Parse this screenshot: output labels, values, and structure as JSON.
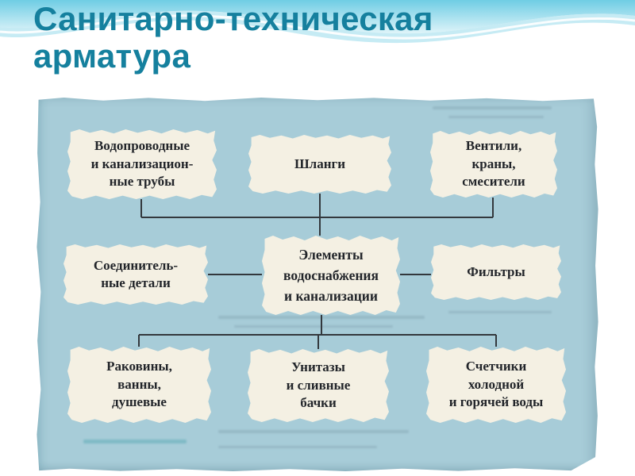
{
  "slide": {
    "title": "Санитарно-техническая\nарматура"
  },
  "colors": {
    "title_text": "#15809e",
    "wave_accent": "#6fcde4",
    "scan_background": "#a7ccd8",
    "node_background": "#f4f0e3",
    "node_text": "#22252a",
    "connector_line": "#33383d"
  },
  "diagram": {
    "nodes": {
      "center": "Элементы\nводоснабжения\nи канализации",
      "pipes": "Водопроводные\nи канализацион-\nные трубы",
      "hoses": "Шланги",
      "valves": "Вентили,\nкраны,\nсмесители",
      "fittings": "Соединитель-\nные детали",
      "filters": "Фильтры",
      "sinks": "Раковины,\nванны,\nдушевые",
      "toilets": "Унитазы\nи сливные\nбачки",
      "meters": "Счетчики\nхолодной\nи горячей воды"
    }
  }
}
